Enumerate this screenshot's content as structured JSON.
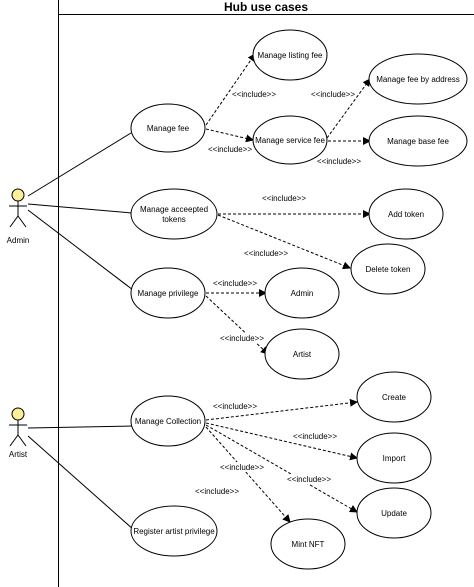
{
  "title": "Hub use cases",
  "actors": {
    "admin": {
      "label": "Admin",
      "head_color": "#ffee99"
    },
    "artist": {
      "label": "Artist",
      "head_color": "#ffee99"
    }
  },
  "use_cases": {
    "manage_fee": "Manage fee",
    "manage_listing_fee": "Manage listing fee",
    "manage_service_fee": "Manage service fee",
    "manage_fee_by_address": "Manage fee by address",
    "manage_base_fee": "Manage base fee",
    "manage_accepted_tokens": [
      "Manage acceepted",
      "tokens"
    ],
    "add_token": "Add token",
    "delete_token": "Delete token",
    "manage_privilege": "Manage privilege",
    "privilege_admin": "Admin",
    "privilege_artist": "Artist",
    "manage_collection": "Manage Collection",
    "create": "Create",
    "import": "Import",
    "update": "Update",
    "mint_nft": "Mint NFT",
    "register_artist_privilege": "Register artist privilege"
  },
  "include_label": "<<include>>"
}
